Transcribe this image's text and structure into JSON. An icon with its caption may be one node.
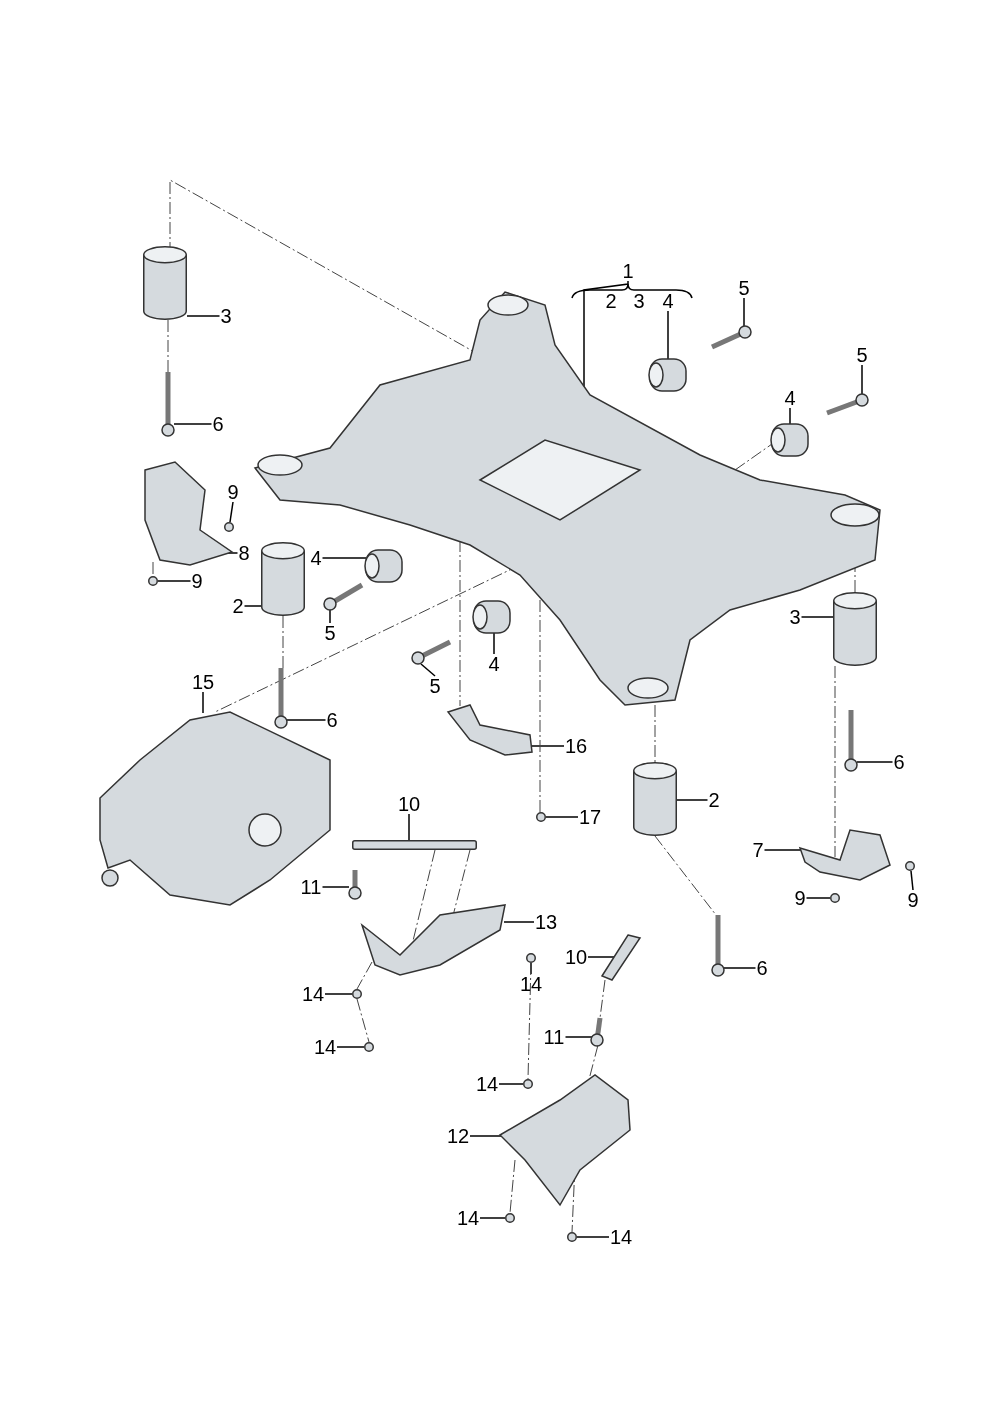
{
  "diagram": {
    "nodes": [
      {
        "text": [
          "1"
        ]
      },
      {
        "text": [
          "5"
        ]
      },
      {
        "text": [
          "4"
        ]
      },
      {
        "text": [
          "3"
        ]
      },
      {
        "text": [
          "5"
        ]
      },
      {
        "text": [
          "4"
        ]
      },
      {
        "text": [
          "6"
        ]
      },
      {
        "text": [
          "9"
        ]
      },
      {
        "text": [
          "8"
        ]
      },
      {
        "text": [
          "4"
        ]
      },
      {
        "text": [
          "9"
        ]
      },
      {
        "text": [
          "2"
        ]
      },
      {
        "text": [
          "3"
        ]
      },
      {
        "text": [
          "5"
        ]
      },
      {
        "text": [
          "4"
        ]
      },
      {
        "text": [
          "15"
        ]
      },
      {
        "text": [
          "5"
        ]
      },
      {
        "text": [
          "6"
        ]
      },
      {
        "text": [
          "16"
        ]
      },
      {
        "text": [
          "6"
        ]
      },
      {
        "text": [
          "2"
        ]
      },
      {
        "text": [
          "10"
        ]
      },
      {
        "text": [
          "17"
        ]
      },
      {
        "text": [
          "7"
        ]
      },
      {
        "text": [
          "11"
        ]
      },
      {
        "text": [
          "9"
        ]
      },
      {
        "text": [
          "9"
        ]
      },
      {
        "text": [
          "13"
        ]
      },
      {
        "text": [
          "10"
        ]
      },
      {
        "text": [
          "6"
        ]
      },
      {
        "text": [
          "14"
        ]
      },
      {
        "text": [
          "14"
        ]
      },
      {
        "text": [
          "11"
        ]
      },
      {
        "text": [
          "14"
        ]
      },
      {
        "text": [
          "14"
        ]
      },
      {
        "text": [
          "12"
        ]
      },
      {
        "text": [
          "14"
        ]
      },
      {
        "text": [
          "14"
        ]
      },
      {
        "text": [],
        "shape": "picture"
      },
      {
        "text": [],
        "shape": "picture"
      },
      {
        "text": [],
        "shape": "picture"
      },
      {
        "text": [],
        "shape": "cylinder"
      },
      {
        "text": [],
        "shape": "picture"
      },
      {
        "text": [],
        "shape": "picture"
      },
      {
        "text": [],
        "shape": "picture"
      },
      {
        "text": [],
        "shape": "circle"
      },
      {
        "text": [],
        "shape": "picture"
      },
      {
        "text": [],
        "shape": "picture"
      },
      {
        "text": [],
        "shape": "circle"
      },
      {
        "text": [],
        "shape": "cylinder"
      },
      {
        "text": [],
        "shape": "cylinder"
      },
      {
        "text": [],
        "shape": "picture"
      },
      {
        "text": [],
        "shape": "picture"
      },
      {
        "text": [],
        "shape": "picture"
      },
      {
        "text": [],
        "shape": "picture"
      },
      {
        "text": [],
        "shape": "picture"
      },
      {
        "text": [],
        "shape": "picture"
      },
      {
        "text": [],
        "shape": "picture"
      },
      {
        "text": [],
        "shape": "cylinder"
      },
      {
        "text": [],
        "shape": "bar"
      },
      {
        "text": [],
        "shape": "circle"
      },
      {
        "text": [],
        "shape": "picture"
      },
      {
        "text": [],
        "shape": "picture"
      },
      {
        "text": [],
        "shape": "circle"
      },
      {
        "text": [],
        "shape": "circle"
      },
      {
        "text": [],
        "shape": "picture"
      },
      {
        "text": [],
        "shape": "picture"
      },
      {
        "text": [],
        "shape": "picture"
      },
      {
        "text": [],
        "shape": "circle"
      },
      {
        "text": [],
        "shape": "circle"
      },
      {
        "text": [],
        "shape": "picture"
      },
      {
        "text": [],
        "shape": "circle"
      },
      {
        "text": [],
        "shape": "circle"
      },
      {
        "text": [],
        "shape": "picture"
      },
      {
        "text": [],
        "shape": "circle"
      },
      {
        "text": [],
        "shape": "circle"
      }
    ],
    "edges": [
      {
        "from": 0,
        "to": 38,
        "arrow": "none"
      },
      {
        "from": 1,
        "to": 39,
        "arrow": "none"
      },
      {
        "from": 2,
        "to": 40,
        "arrow": "none"
      },
      {
        "from": 3,
        "to": 41,
        "arrow": "none"
      },
      {
        "from": 4,
        "to": 42,
        "arrow": "none"
      },
      {
        "from": 5,
        "to": 43,
        "arrow": "none"
      },
      {
        "from": 6,
        "to": 44,
        "arrow": "none"
      },
      {
        "from": 7,
        "to": 45,
        "arrow": "none"
      },
      {
        "from": 8,
        "to": 46,
        "arrow": "none"
      },
      {
        "from": 9,
        "to": 47,
        "arrow": "none"
      },
      {
        "from": 10,
        "to": 48,
        "arrow": "none"
      },
      {
        "from": 11,
        "to": 49,
        "arrow": "none"
      },
      {
        "from": 12,
        "to": 50,
        "arrow": "none"
      },
      {
        "from": 13,
        "to": 51,
        "arrow": "none"
      },
      {
        "from": 14,
        "to": 52,
        "arrow": "none"
      },
      {
        "from": 15,
        "to": 53,
        "arrow": "none"
      },
      {
        "from": 16,
        "to": 54,
        "arrow": "none"
      },
      {
        "from": 17,
        "to": 55,
        "arrow": "none"
      },
      {
        "from": 18,
        "to": 56,
        "arrow": "none"
      },
      {
        "from": 19,
        "to": 57,
        "arrow": "none"
      },
      {
        "from": 20,
        "to": 58,
        "arrow": "none"
      },
      {
        "from": 21,
        "to": 59,
        "arrow": "none"
      },
      {
        "from": 22,
        "to": 60,
        "arrow": "none"
      },
      {
        "from": 23,
        "to": 61,
        "arrow": "none"
      },
      {
        "from": 24,
        "to": 62,
        "arrow": "none"
      },
      {
        "from": 25,
        "to": 63,
        "arrow": "none"
      },
      {
        "from": 26,
        "to": 64,
        "arrow": "none"
      },
      {
        "from": 27,
        "to": 65,
        "arrow": "none"
      },
      {
        "from": 28,
        "to": 66,
        "arrow": "none"
      },
      {
        "from": 29,
        "to": 67,
        "arrow": "none"
      },
      {
        "from": 30,
        "to": 68,
        "arrow": "none"
      },
      {
        "from": 31,
        "to": 69,
        "arrow": "none"
      },
      {
        "from": 32,
        "to": 70,
        "arrow": "none"
      },
      {
        "from": 33,
        "to": 71,
        "arrow": "none"
      },
      {
        "from": 34,
        "to": 72,
        "arrow": "none"
      },
      {
        "from": 35,
        "to": 73,
        "arrow": "none"
      },
      {
        "from": 36,
        "to": 74,
        "arrow": "none"
      },
      {
        "from": 37,
        "to": 75,
        "arrow": "none"
      },
      {
        "from": 41,
        "to": 38,
        "arrow": "none",
        "style": "dashed"
      },
      {
        "from": 41,
        "to": 44,
        "arrow": "none",
        "style": "dashed"
      },
      {
        "from": 46,
        "to": 48,
        "arrow": "none",
        "style": "dashed"
      },
      {
        "from": 49,
        "to": 55,
        "arrow": "none",
        "style": "dashed"
      },
      {
        "from": 38,
        "to": 53,
        "arrow": "none",
        "style": "dashed"
      },
      {
        "from": 38,
        "to": 56,
        "arrow": "none",
        "style": "dashed"
      },
      {
        "from": 38,
        "to": 60,
        "arrow": "none",
        "style": "dashed"
      },
      {
        "from": 38,
        "to": 58,
        "arrow": "none",
        "style": "dashed"
      },
      {
        "from": 58,
        "to": 67,
        "arrow": "none",
        "style": "dashed"
      },
      {
        "from": 38,
        "to": 50,
        "arrow": "none",
        "style": "dashed"
      },
      {
        "from": 50,
        "to": 61,
        "arrow": "none",
        "style": "dashed"
      },
      {
        "from": 38,
        "to": 43,
        "arrow": "none",
        "style": "dashed"
      },
      {
        "from": 59,
        "to": 65,
        "arrow": "none",
        "style": "dashed"
      },
      {
        "from": 59,
        "to": 65,
        "arrow": "none",
        "style": "dashed"
      },
      {
        "from": 65,
        "to": 69,
        "arrow": "none",
        "style": "dashed"
      },
      {
        "from": 69,
        "to": 71,
        "arrow": "none",
        "style": "dashed"
      },
      {
        "from": 66,
        "to": 70,
        "arrow": "none",
        "style": "dashed"
      },
      {
        "from": 70,
        "to": 73,
        "arrow": "none",
        "style": "dashed"
      },
      {
        "from": 68,
        "to": 72,
        "arrow": "none",
        "style": "dashed"
      },
      {
        "from": 73,
        "to": 74,
        "arrow": "none",
        "style": "dashed"
      },
      {
        "from": 73,
        "to": 75,
        "arrow": "none",
        "style": "dashed"
      }
    ],
    "labels": [
      "2",
      "3"
    ]
  }
}
